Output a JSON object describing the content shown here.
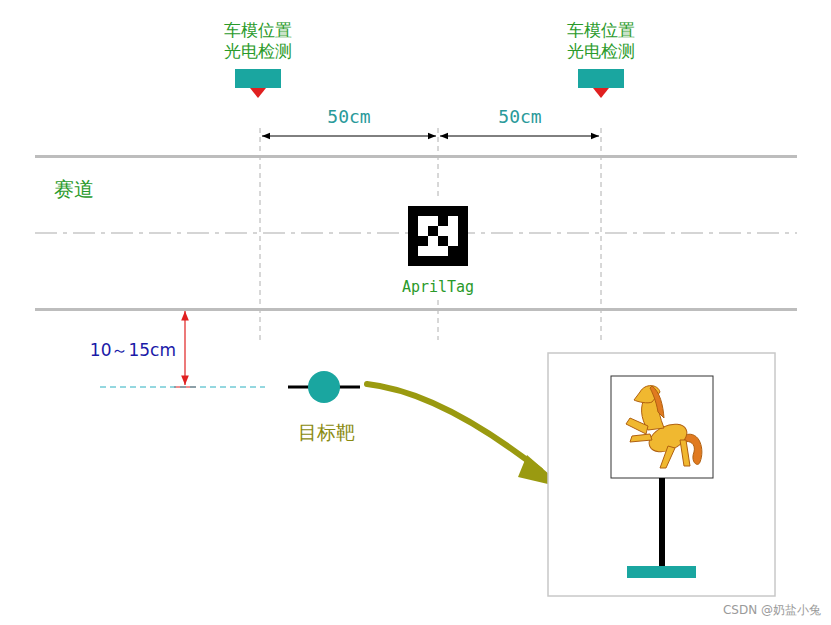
{
  "diagram": {
    "nodes": [
      {
        "text": [
          "车模位置 光电检测"
        ]
      },
      {
        "text": [
          "车模位置 光电检测"
        ]
      },
      {
        "text": [
          "赛道"
        ]
      },
      {
        "text": [
          "AprilTag"
        ],
        "in": 2
      },
      {
        "text": [
          "目标靶"
        ]
      }
    ],
    "labels": [
      "50cm",
      "50cm",
      "10～15cm",
      "CSDN @奶盐小兔"
    ]
  }
}
